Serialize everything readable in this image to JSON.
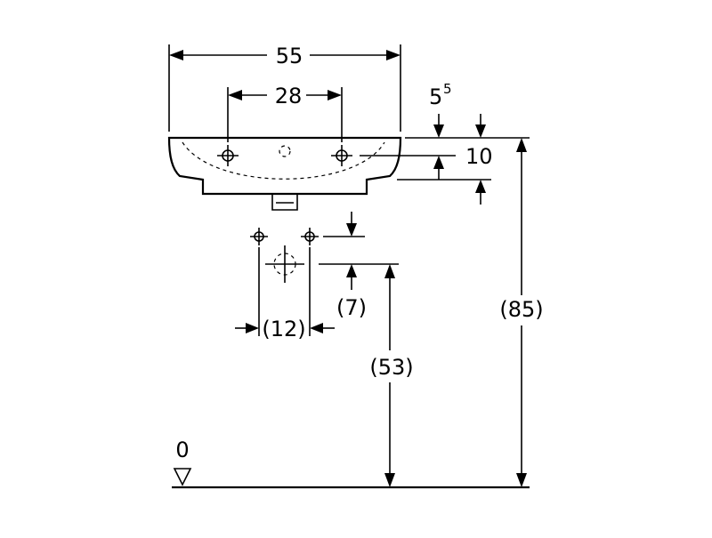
{
  "dimensions": {
    "overall_width": "55",
    "tap_hole_spacing": "28",
    "rim_offset_base": "5",
    "rim_offset_sup": "5",
    "basin_depth": "10",
    "connection_spacing": "(12)",
    "connection_offset": "(7)",
    "drain_height": "(53)",
    "total_height": "(85)",
    "floor_level": "0"
  }
}
